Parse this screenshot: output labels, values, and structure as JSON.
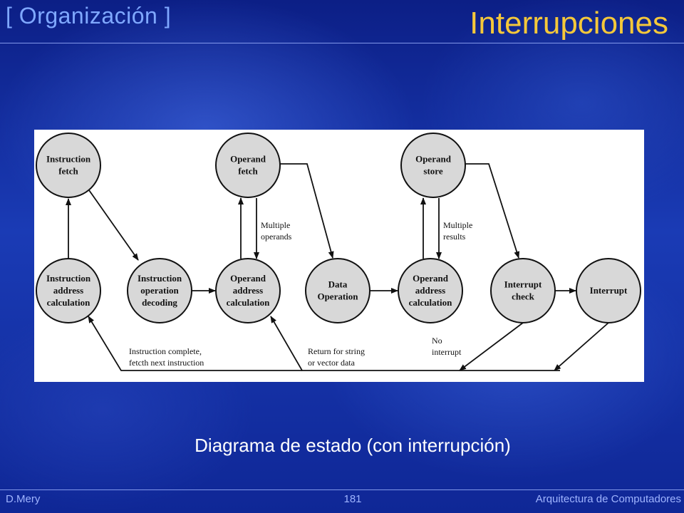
{
  "header": {
    "section": "[ Organización ]",
    "title": "Interrupciones"
  },
  "diagram": {
    "nodes": [
      {
        "id": "instruction-fetch",
        "lines": [
          "Instruction",
          "fetch"
        ]
      },
      {
        "id": "operand-fetch",
        "lines": [
          "Operand",
          "fetch"
        ]
      },
      {
        "id": "operand-store",
        "lines": [
          "Operand",
          "store"
        ]
      },
      {
        "id": "instruction-address-calculation",
        "lines": [
          "Instruction",
          "address",
          "calculation"
        ]
      },
      {
        "id": "instruction-operation-decoding",
        "lines": [
          "Instruction",
          "operation",
          "decoding"
        ]
      },
      {
        "id": "operand-address-calculation-1",
        "lines": [
          "Operand",
          "address",
          "calculation"
        ]
      },
      {
        "id": "data-operation",
        "lines": [
          "Data",
          "Operation"
        ]
      },
      {
        "id": "operand-address-calculation-2",
        "lines": [
          "Operand",
          "address",
          "calculation"
        ]
      },
      {
        "id": "interrupt-check",
        "lines": [
          "Interrupt",
          "check"
        ]
      },
      {
        "id": "interrupt",
        "lines": [
          "Interrupt"
        ]
      }
    ],
    "notes": {
      "multiple_operands": [
        "Multiple",
        "operands"
      ],
      "multiple_results": [
        "Multiple",
        "results"
      ],
      "instruction_complete": [
        "Instruction complete,",
        "fetcth next instruction"
      ],
      "return_for_string": [
        "Return for string",
        "or vector data"
      ],
      "no_interrupt": [
        "No",
        "interrupt"
      ]
    }
  },
  "caption": "Diagrama de estado (con interrupción)",
  "footer": {
    "author": "D.Mery",
    "page": "181",
    "course": "Arquitectura de Computadores"
  }
}
